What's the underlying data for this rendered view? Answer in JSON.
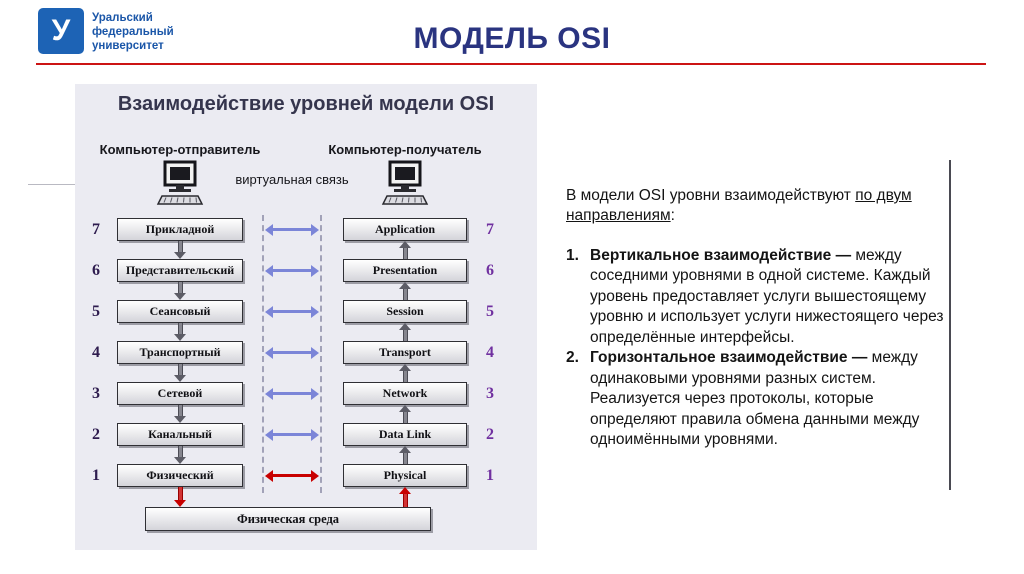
{
  "colors": {
    "brand_blue": "#1d63b5",
    "logo_text": "#1a56a8",
    "title_navy": "#2a3480",
    "accent_red": "#cc1414",
    "panel_bg": "#ebebf2",
    "virtual_arrow": "#7b85d8",
    "physical_arrow": "#c80000",
    "layer_num_left": "#2d1b4e",
    "layer_num_right": "#7030a0"
  },
  "header": {
    "logo_mark": "У",
    "logo_lines": [
      "Уральский",
      "федеральный",
      "университет"
    ],
    "title": "МОДЕЛЬ OSI"
  },
  "diagram": {
    "title": "Взаимодействие уровней модели OSI",
    "sender_label": "Компьютер-отправитель",
    "receiver_label": "Компьютер-получатель",
    "virtual_link_label": "виртуальная связь",
    "medium_label": "Физическая среда",
    "layers": [
      {
        "num": "7",
        "ru": "Прикладной",
        "en": "Application"
      },
      {
        "num": "6",
        "ru": "Представительский",
        "en": "Presentation"
      },
      {
        "num": "5",
        "ru": "Сеансовый",
        "en": "Session"
      },
      {
        "num": "4",
        "ru": "Транспортный",
        "en": "Transport"
      },
      {
        "num": "3",
        "ru": "Сетевой",
        "en": "Network"
      },
      {
        "num": "2",
        "ru": "Канальный",
        "en": "Data Link"
      },
      {
        "num": "1",
        "ru": "Физический",
        "en": "Physical"
      }
    ]
  },
  "content": {
    "intro_text": "В модели OSI уровни взаимодействуют ",
    "intro_link": "по двум направлениям",
    "intro_colon": ":",
    "items": [
      {
        "num": "1.",
        "lead": "Вертикальное взаимодействие —",
        "body": " между соседними уровнями в одной системе. Каждый уровень предоставляет услуги вышестоящему уровню и использует услуги нижестоящего через определённые интерфейсы."
      },
      {
        "num": "2.",
        "lead": "Горизонтальное взаимодействие —",
        "body": " между одинаковыми уровнями разных систем. Реализуется через протоколы, которые определяют правила обмена данными между одноимёнными уровнями."
      }
    ]
  }
}
